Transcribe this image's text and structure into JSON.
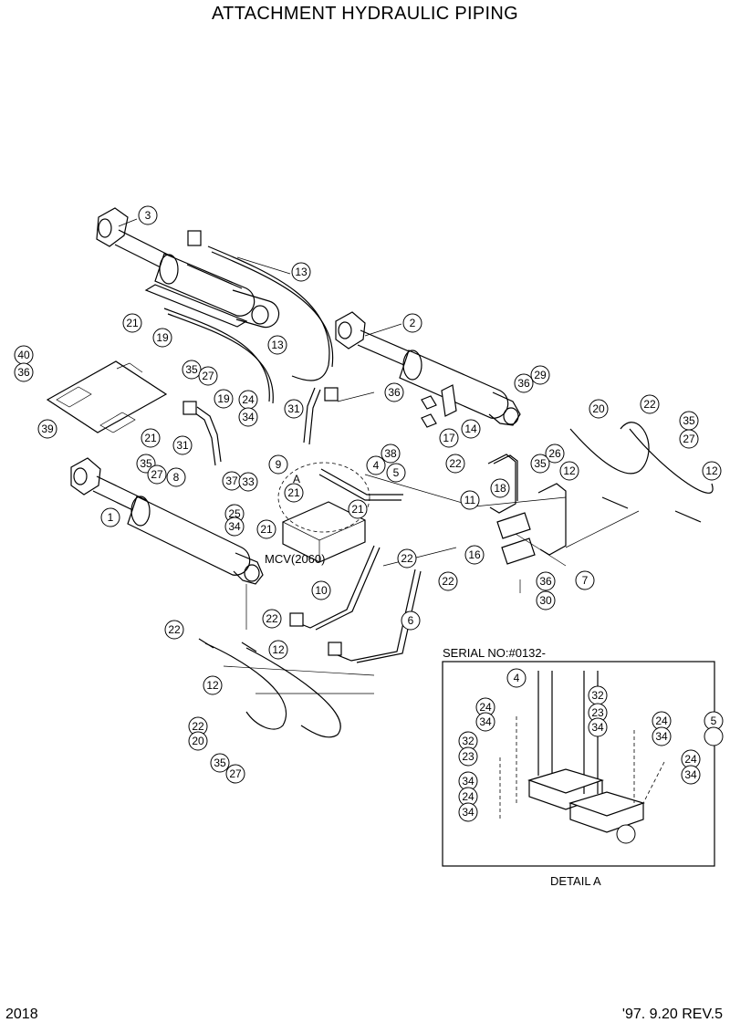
{
  "title": "ATTACHMENT HYDRAULIC PIPING",
  "footer": {
    "page_number": "2018",
    "revision": "'97. 9.20  REV.5"
  },
  "mcv_label": "MCV(2060)",
  "detail_marker": "A",
  "detail": {
    "serial": "SERIAL NO:#0132-",
    "caption": "DETAIL A"
  },
  "callouts": [
    "3",
    "13",
    "2",
    "21",
    "19",
    "13",
    "40",
    "36",
    "35",
    "27",
    "29",
    "36",
    "24",
    "34",
    "31",
    "36",
    "39",
    "20",
    "22",
    "35",
    "27",
    "21",
    "19",
    "21",
    "31",
    "35",
    "27",
    "8",
    "9",
    "37",
    "33",
    "38",
    "17",
    "14",
    "22",
    "26",
    "35",
    "12",
    "12",
    "4",
    "5",
    "18",
    "11",
    "25",
    "34",
    "21",
    "21",
    "1",
    "22",
    "22",
    "16",
    "36",
    "30",
    "7",
    "10",
    "6",
    "22",
    "22",
    "12",
    "12",
    "22",
    "20",
    "35",
    "27",
    "4",
    "32",
    "23",
    "34",
    "24",
    "34",
    "24",
    "34",
    "32",
    "23",
    "34",
    "24",
    "34",
    "24",
    "34",
    "5"
  ]
}
